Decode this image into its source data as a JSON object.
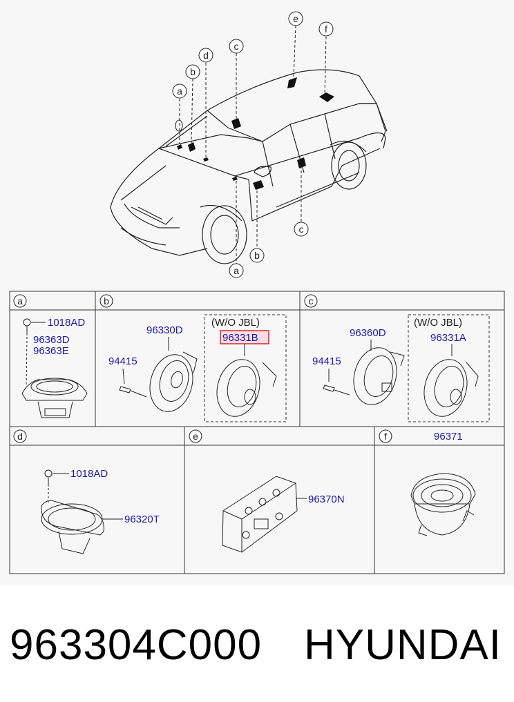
{
  "car_callouts": {
    "top": [
      "a",
      "b",
      "d",
      "c",
      "e",
      "f"
    ],
    "bottom": [
      "c",
      "b",
      "a"
    ]
  },
  "sections": {
    "a": {
      "letter": "a",
      "parts": [
        "1018AD",
        "96363D",
        "96363E"
      ]
    },
    "b": {
      "letter": "b",
      "main_part": "96330D",
      "bolt": "94415",
      "note": "(W/O JBL)",
      "alt_part": "96331B",
      "highlight_color": "#e0202a"
    },
    "c": {
      "letter": "c",
      "main_part": "96360D",
      "bolt": "94415",
      "note": "(W/O JBL)",
      "alt_part": "96331A"
    },
    "d": {
      "letter": "d",
      "screw": "1018AD",
      "part": "96320T"
    },
    "e": {
      "letter": "e",
      "part": "96370N"
    },
    "f": {
      "letter": "f",
      "part": "96371"
    }
  },
  "colors": {
    "label_blue": "#1a1aa6",
    "line": "#222222"
  },
  "footer": {
    "part_number": "963304C000",
    "brand": "HYUNDAI"
  }
}
